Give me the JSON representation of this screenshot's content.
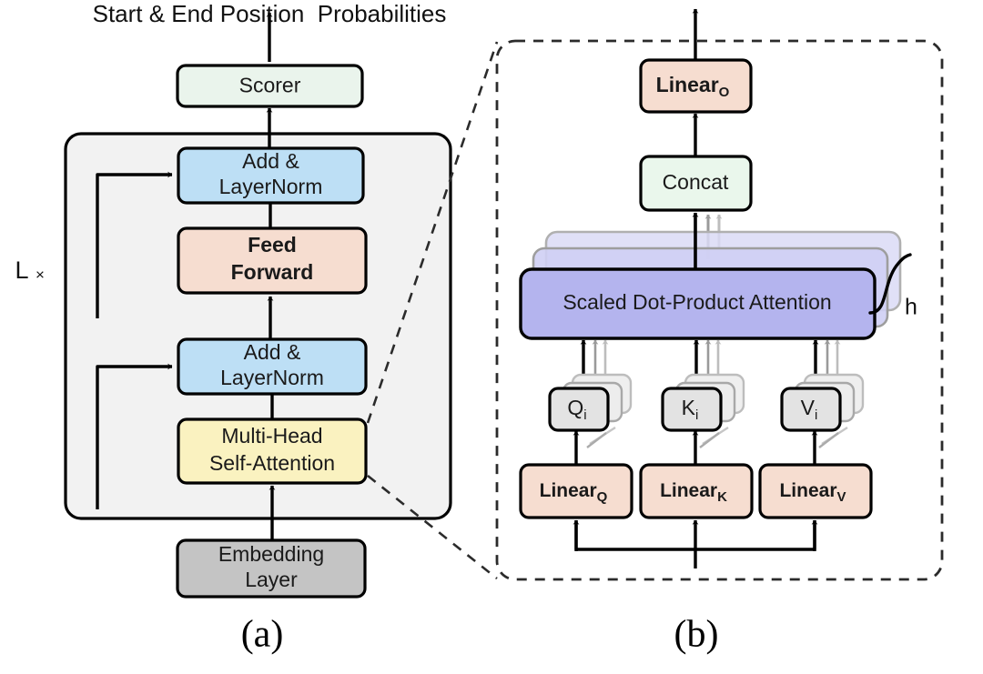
{
  "figure": {
    "title": "Start & End Position  Probabilities",
    "captions": {
      "left": "(a)",
      "right": "(b)"
    },
    "loop": {
      "letter": "L",
      "times": "×"
    },
    "heads_label": "h"
  },
  "colors": {
    "scorer_fill": "#eaf4ec",
    "addnorm_fill": "#bddff5",
    "feedforward_fill": "#f6ddd0",
    "attention_fill": "#faf2c0",
    "embedding_fill": "#c4c4c4",
    "container_fill": "#f2f2f2",
    "linear_fill": "#f6ddd0",
    "concat_fill": "#eaf7ec",
    "sdpa_fill": "#b4b4ee",
    "sdpa_stack_fill": "#d4d4f4",
    "qkv_fill": "#e3e3e3",
    "stroke": "#000000",
    "ghost_stroke": "#b0b0b0",
    "ghost_arrow": "#9a9a9a"
  },
  "panel_a": {
    "name": "Transformer encoder stack",
    "nodes": [
      {
        "id": "scorer",
        "label": "Scorer",
        "lines": [
          "Scorer"
        ],
        "bold": false
      },
      {
        "id": "addnorm2",
        "label": "Add & LayerNorm",
        "lines": [
          "Add &",
          "LayerNorm"
        ],
        "bold": false
      },
      {
        "id": "feedforward",
        "label": "Feed Forward",
        "lines": [
          "Feed",
          "Forward"
        ],
        "bold": true
      },
      {
        "id": "addnorm1",
        "label": "Add & LayerNorm",
        "lines": [
          "Add &",
          "LayerNorm"
        ],
        "bold": false
      },
      {
        "id": "mhsa",
        "label": "Multi-Head Self-Attention",
        "lines": [
          "Multi-Head",
          "Self-Attention"
        ],
        "bold": false
      },
      {
        "id": "embedding",
        "label": "Embedding Layer",
        "lines": [
          "Embedding",
          "Layer"
        ],
        "bold": false
      }
    ]
  },
  "panel_b": {
    "name": "Multi-head attention detail",
    "nodes": [
      {
        "id": "linear_o",
        "base": "Linear",
        "subscript": "O",
        "bold": true
      },
      {
        "id": "concat",
        "base": "Concat",
        "subscript": "",
        "bold": false
      },
      {
        "id": "sdpa",
        "base": "Scaled Dot-Product Attention",
        "subscript": "",
        "bold": false
      },
      {
        "id": "q",
        "base": "Q",
        "subscript": "i",
        "bold": false
      },
      {
        "id": "k",
        "base": "K",
        "subscript": "i",
        "bold": false
      },
      {
        "id": "v",
        "base": "V",
        "subscript": "i",
        "bold": false
      },
      {
        "id": "linear_q",
        "base": "Linear",
        "subscript": "Q",
        "bold": true
      },
      {
        "id": "linear_k",
        "base": "Linear",
        "subscript": "K",
        "bold": true
      },
      {
        "id": "linear_v",
        "base": "Linear",
        "subscript": "V",
        "bold": true
      }
    ]
  }
}
